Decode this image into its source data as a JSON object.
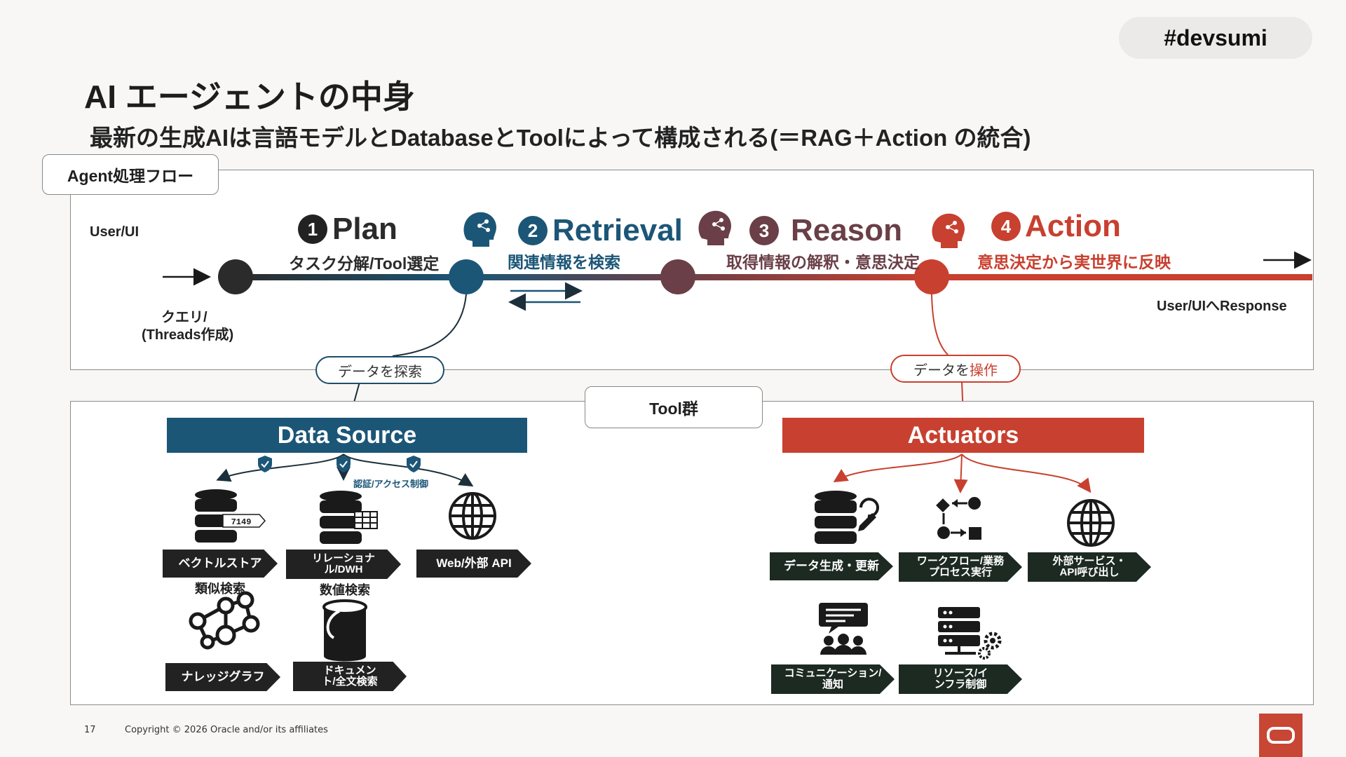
{
  "hashtag": "#devsumi",
  "title": "AI エージェントの中身",
  "subtitle": "最新の生成AIは言語モデルとDatabaseとToolによって構成される(＝RAG＋Action の統合)",
  "flow": {
    "tab_label": "Agent処理フロー",
    "user_ui": "User/UI",
    "query": "クエリ/",
    "query_sub": "(Threads作成)",
    "response": "User/UIへResponse",
    "steps": [
      {
        "num": "1",
        "title": "Plan",
        "sub": "タスク分解/Tool選定",
        "color": "#2b2b2b"
      },
      {
        "num": "2",
        "title": "Retrieval",
        "sub": "関連情報を検索",
        "color": "#1c5677"
      },
      {
        "num": "3",
        "title": "Reason",
        "sub": "取得情報の解釈・意思決定",
        "color": "#6a3f47"
      },
      {
        "num": "4",
        "title": "Action",
        "sub": "意思決定から実世界に反映",
        "color": "#c8402f"
      }
    ],
    "explore_label": "データを探索",
    "operate_label_a": "データを",
    "operate_label_b": "操作"
  },
  "tools": {
    "tab_label": "Tool群",
    "data_source": {
      "header": "Data Source",
      "auth_label": "認証/アクセス制御",
      "items": [
        {
          "label": "ベクトルストア",
          "caption": "類似検索"
        },
        {
          "label": "リレーショナル/DWH",
          "caption": "数値検索"
        },
        {
          "label": "Web/外部 API",
          "caption": ""
        },
        {
          "label": "ナレッジグラフ",
          "caption": ""
        },
        {
          "label": "ドキュメント/全文検索",
          "caption": ""
        }
      ],
      "vector_badge": "7149"
    },
    "actuators": {
      "header": "Actuators",
      "items": [
        {
          "label": "データ生成・更新"
        },
        {
          "label": "ワークフロー/業務プロセス実行"
        },
        {
          "label": "外部サービス・API呼び出し"
        },
        {
          "label": "コミュニケーション/通知"
        },
        {
          "label": "リソース/インフラ制御"
        }
      ]
    }
  },
  "footer": {
    "page": "17",
    "copyright": "Copyright © 2026 Oracle and/or its affiliates"
  },
  "colors": {
    "teal": "#1c5677",
    "maroon": "#6a3f47",
    "red": "#c8402f",
    "oracle_red": "#c74634"
  }
}
